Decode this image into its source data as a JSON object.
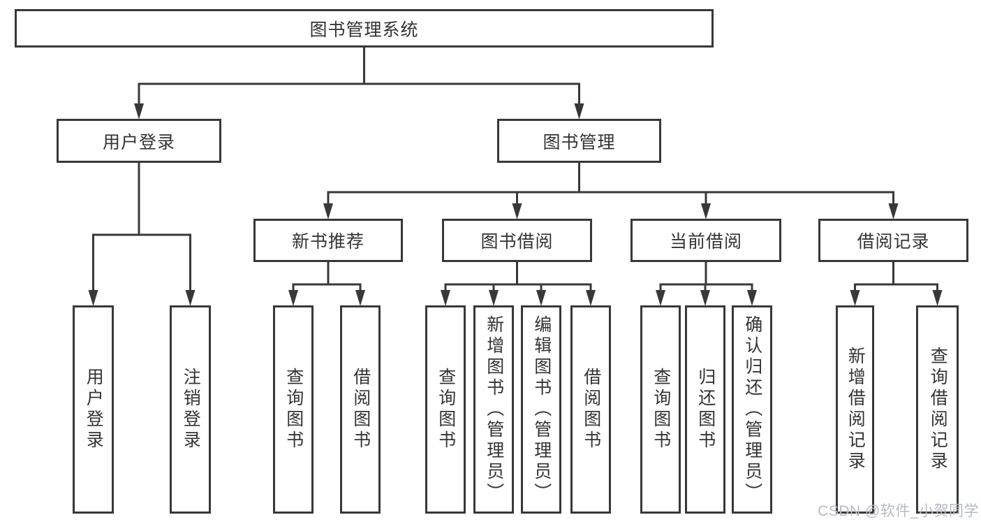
{
  "tree": {
    "label": "图书管理系统",
    "children": [
      {
        "label": "用户登录",
        "children": [
          {
            "label": "用户登录"
          },
          {
            "label": "注销登录"
          }
        ]
      },
      {
        "label": "图书管理",
        "children": [
          {
            "label": "新书推荐",
            "children": [
              {
                "label": "查询图书"
              },
              {
                "label": "借阅图书"
              }
            ]
          },
          {
            "label": "图书借阅",
            "children": [
              {
                "label": "查询图书"
              },
              {
                "label": "新增图书（管理员）"
              },
              {
                "label": "编辑图书（管理员）"
              },
              {
                "label": "借阅图书"
              }
            ]
          },
          {
            "label": "当前借阅",
            "children": [
              {
                "label": "查询图书"
              },
              {
                "label": "归还图书"
              },
              {
                "label": "确认归还（管理员）"
              }
            ]
          },
          {
            "label": "借阅记录",
            "children": [
              {
                "label": "新增借阅记录"
              },
              {
                "label": "查询借阅记录"
              }
            ]
          }
        ]
      }
    ]
  },
  "watermark": "CSDN @软件_小贺同学",
  "colors": {
    "line": "#383838",
    "text": "#333333",
    "watermark": "#b5bac3",
    "background": "#ffffff"
  }
}
